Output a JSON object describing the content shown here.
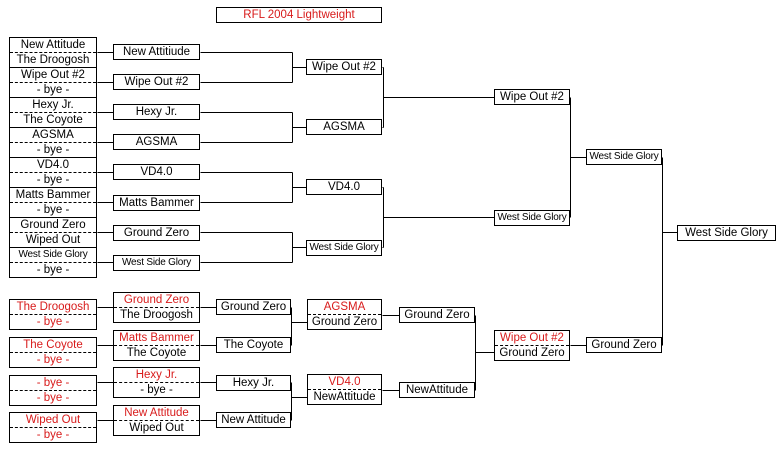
{
  "title": "RFL 2004 Lightweight",
  "colors": {
    "line": "#000000",
    "loser_text": "#d81b1b",
    "text": "#000000"
  },
  "winners_bracket": {
    "round1": [
      [
        "New Attitude",
        "The Droogosh"
      ],
      [
        "Wipe Out #2",
        "- bye -"
      ],
      [
        "Hexy Jr.",
        "The Coyote"
      ],
      [
        "AGSMA",
        "- bye -"
      ],
      [
        "VD4.0",
        "- bye -"
      ],
      [
        "Matts Bammer",
        "- bye -"
      ],
      [
        "Ground Zero",
        "Wiped Out"
      ],
      [
        "West Side Glory",
        "- bye -"
      ]
    ],
    "round2": [
      "New Attitiude",
      "Wipe Out #2",
      "Hexy Jr.",
      "AGSMA",
      "VD4.0",
      "Matts Bammer",
      "Ground Zero",
      "West Side Glory"
    ],
    "round3": [
      "Wipe Out #2",
      "AGSMA",
      "VD4.0",
      "West Side Glory"
    ],
    "round4": [
      "Wipe Out #2",
      "West Side Glory"
    ],
    "final": "West Side Glory"
  },
  "losers_bracket": {
    "round1": [
      [
        "The Droogosh",
        "- bye -"
      ],
      [
        "The Coyote",
        "- bye -"
      ],
      [
        "- bye -",
        "- bye -"
      ],
      [
        "Wiped Out",
        "- bye -"
      ]
    ],
    "round2": [
      [
        "Ground Zero",
        "The Droogosh"
      ],
      [
        "Matts Bammer",
        "The Coyote"
      ],
      [
        "Hexy Jr.",
        "- bye -"
      ],
      [
        "New Attitude",
        "Wiped Out"
      ]
    ],
    "round3": [
      "Ground Zero",
      "The Coyote",
      "Hexy Jr.",
      "New Attitude"
    ],
    "round4": [
      [
        "AGSMA",
        "Ground Zero"
      ],
      [
        "VD4.0",
        "NewAttitude"
      ]
    ],
    "round5": [
      "Ground Zero",
      "NewAttitude"
    ],
    "round6": [
      "Wipe Out #2",
      "Ground Zero"
    ],
    "round7": "Ground Zero"
  },
  "champion": "West Side Glory"
}
